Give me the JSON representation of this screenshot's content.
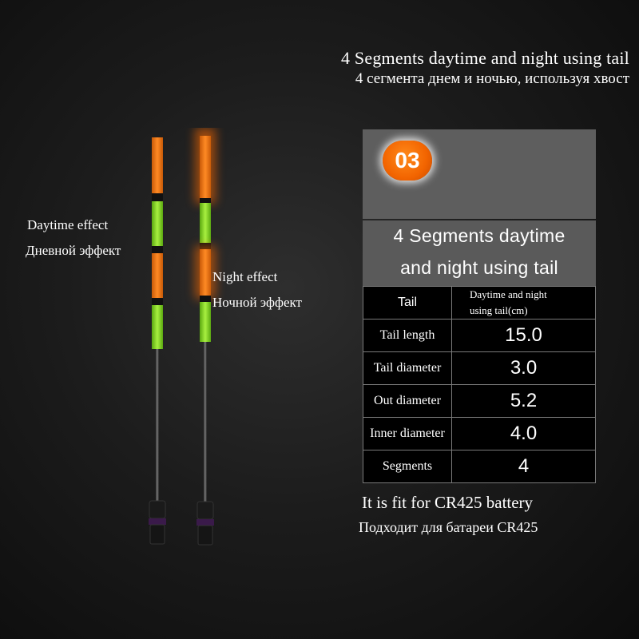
{
  "header": {
    "title_en": "4 Segments daytime and night using tail",
    "title_ru": "4 сегмента днем и ночью, используя хвост"
  },
  "labels": {
    "daytime_en": "Daytime effect",
    "daytime_ru": "Дневной эффект",
    "night_en": "Night effect",
    "night_ru": "Ночной эффект"
  },
  "panel": {
    "badge": "03",
    "title_line1": "4 Segments daytime",
    "title_line2": "and night using tail"
  },
  "table": {
    "header_key": "Tail",
    "header_value_line1": "Daytime and night",
    "header_value_line2": "using tail(cm)",
    "rows": [
      {
        "label": "Tail length",
        "value": "15.0"
      },
      {
        "label": "Tail diameter",
        "value": "3.0"
      },
      {
        "label": "Out diameter",
        "value": "5.2"
      },
      {
        "label": "Inner diameter",
        "value": "4.0"
      },
      {
        "label": "Segments",
        "value": "4"
      }
    ]
  },
  "footer": {
    "battery_en": "It is fit for CR425 battery",
    "battery_ru": "Подходит для батареи CR425"
  },
  "colors": {
    "orange": "#f47a16",
    "green": "#86e01e",
    "badge": "#f26400"
  }
}
